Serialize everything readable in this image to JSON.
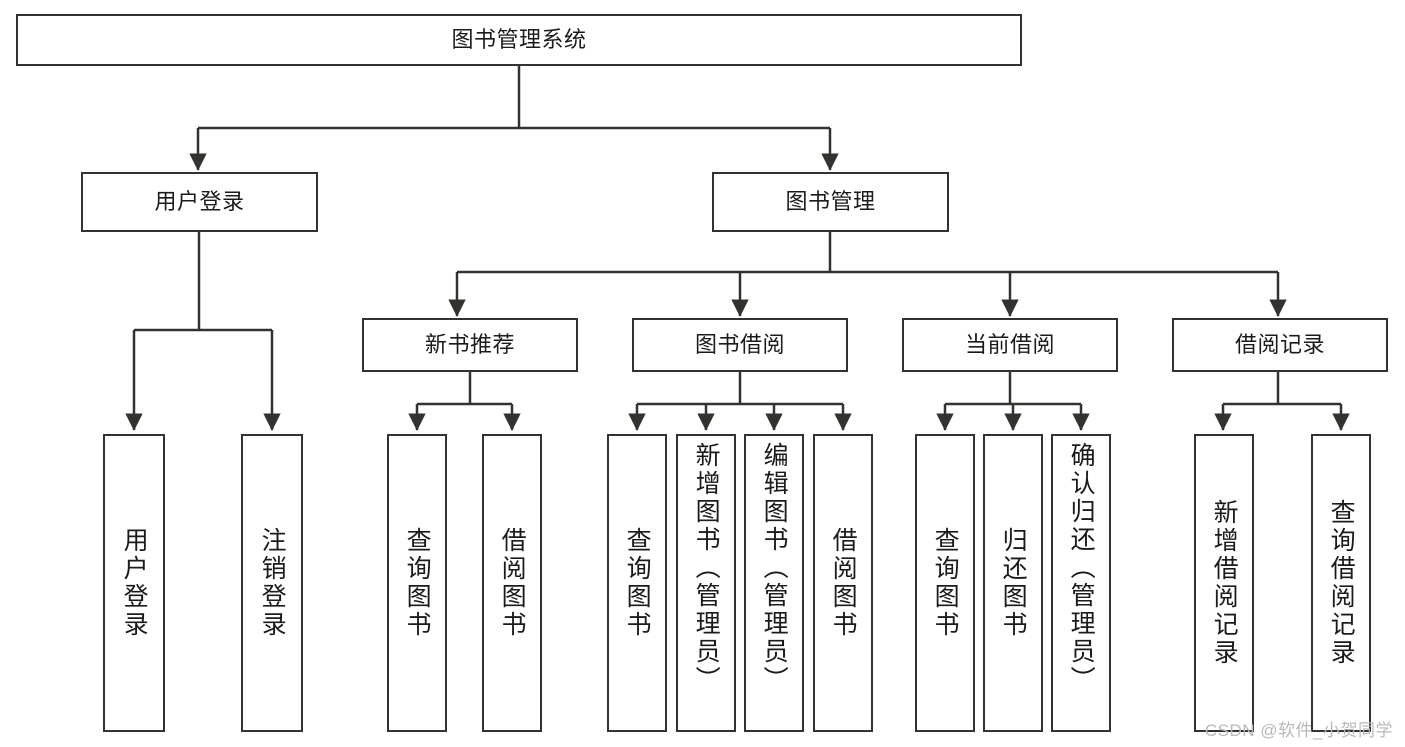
{
  "diagram": {
    "title": "图书管理系统",
    "watermark": "CSDN @软件_小贺同学",
    "theme": {
      "border": "#33322f",
      "fill": "#ffffff",
      "line": "#33322f",
      "text": "#1b1b1b",
      "watermark": "#b9b9b9",
      "background": "#ffffff"
    },
    "levels": {
      "root": {
        "label": "图书管理系统"
      },
      "level2": [
        {
          "label": "用户登录"
        },
        {
          "label": "图书管理"
        }
      ],
      "level3": [
        {
          "label": "新书推荐"
        },
        {
          "label": "图书借阅"
        },
        {
          "label": "当前借阅"
        },
        {
          "label": "借阅记录"
        }
      ],
      "leaves": {
        "user_login": [
          {
            "label": "用户登录"
          },
          {
            "label": "注销登录"
          }
        ],
        "new_book_recommend": [
          {
            "label": "查询图书"
          },
          {
            "label": "借阅图书"
          }
        ],
        "book_borrow": [
          {
            "label": "查询图书"
          },
          {
            "label": "新增图书（管理员）"
          },
          {
            "label": "编辑图书（管理员）"
          },
          {
            "label": "借阅图书"
          }
        ],
        "current_borrow": [
          {
            "label": "查询图书"
          },
          {
            "label": "归还图书"
          },
          {
            "label": "确认归还（管理员）"
          }
        ],
        "borrow_record": [
          {
            "label": "新增借阅记录"
          },
          {
            "label": "查询借阅记录"
          }
        ]
      }
    }
  }
}
